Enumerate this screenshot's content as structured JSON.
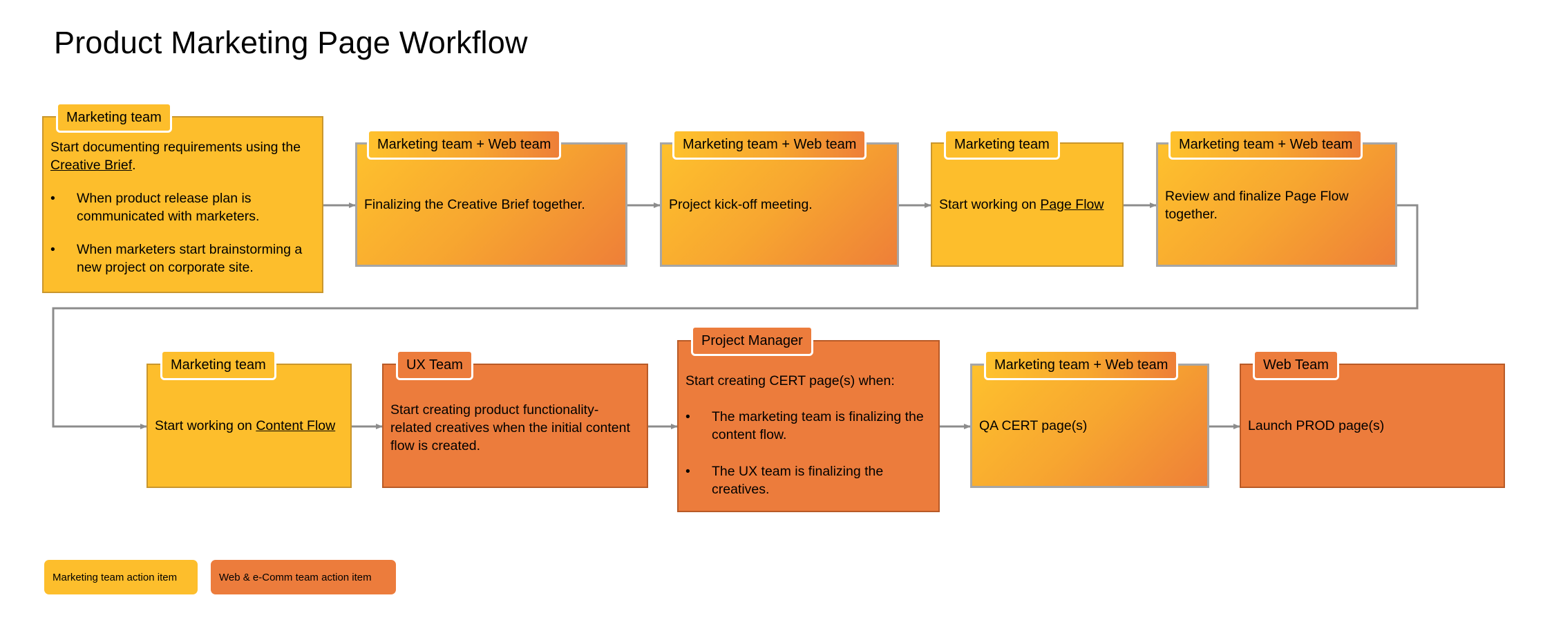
{
  "title": "Product Marketing Page Workflow",
  "colors": {
    "marketing": "#FDBE2C",
    "web_ecomm": "#EC7C3C",
    "connector": "#8C8C8C"
  },
  "steps": [
    {
      "owner": "Marketing team",
      "intro_pre": "Start documenting requirements using the ",
      "intro_link": "Creative Brief",
      "intro_post": ".",
      "bullets": [
        "When product release plan is communicated with marketers.",
        "When marketers start brainstorming a new project on corporate site."
      ]
    },
    {
      "owner": "Marketing team + Web team",
      "text": "Finalizing the Creative Brief together."
    },
    {
      "owner": "Marketing team + Web team",
      "text": "Project kick-off meeting."
    },
    {
      "owner": "Marketing team",
      "text_pre": "Start working on ",
      "text_link": "Page Flow"
    },
    {
      "owner": "Marketing team + Web team",
      "text": "Review and finalize Page Flow together."
    },
    {
      "owner": "Marketing team",
      "text_pre": "Start working on ",
      "text_link": "Content Flow"
    },
    {
      "owner": "UX Team",
      "text": "Start creating product functionality-related creatives when the initial content flow is created."
    },
    {
      "owner": "Project Manager",
      "intro": "Start creating CERT page(s) when:",
      "bullets": [
        "The marketing team is finalizing the content flow.",
        "The UX team is finalizing the creatives."
      ]
    },
    {
      "owner": "Marketing team + Web team",
      "text": "QA CERT page(s)"
    },
    {
      "owner": "Web Team",
      "text": "Launch PROD page(s)"
    }
  ],
  "legend": [
    {
      "label": "Marketing team action item"
    },
    {
      "label": "Web & e-Comm team action item"
    }
  ]
}
